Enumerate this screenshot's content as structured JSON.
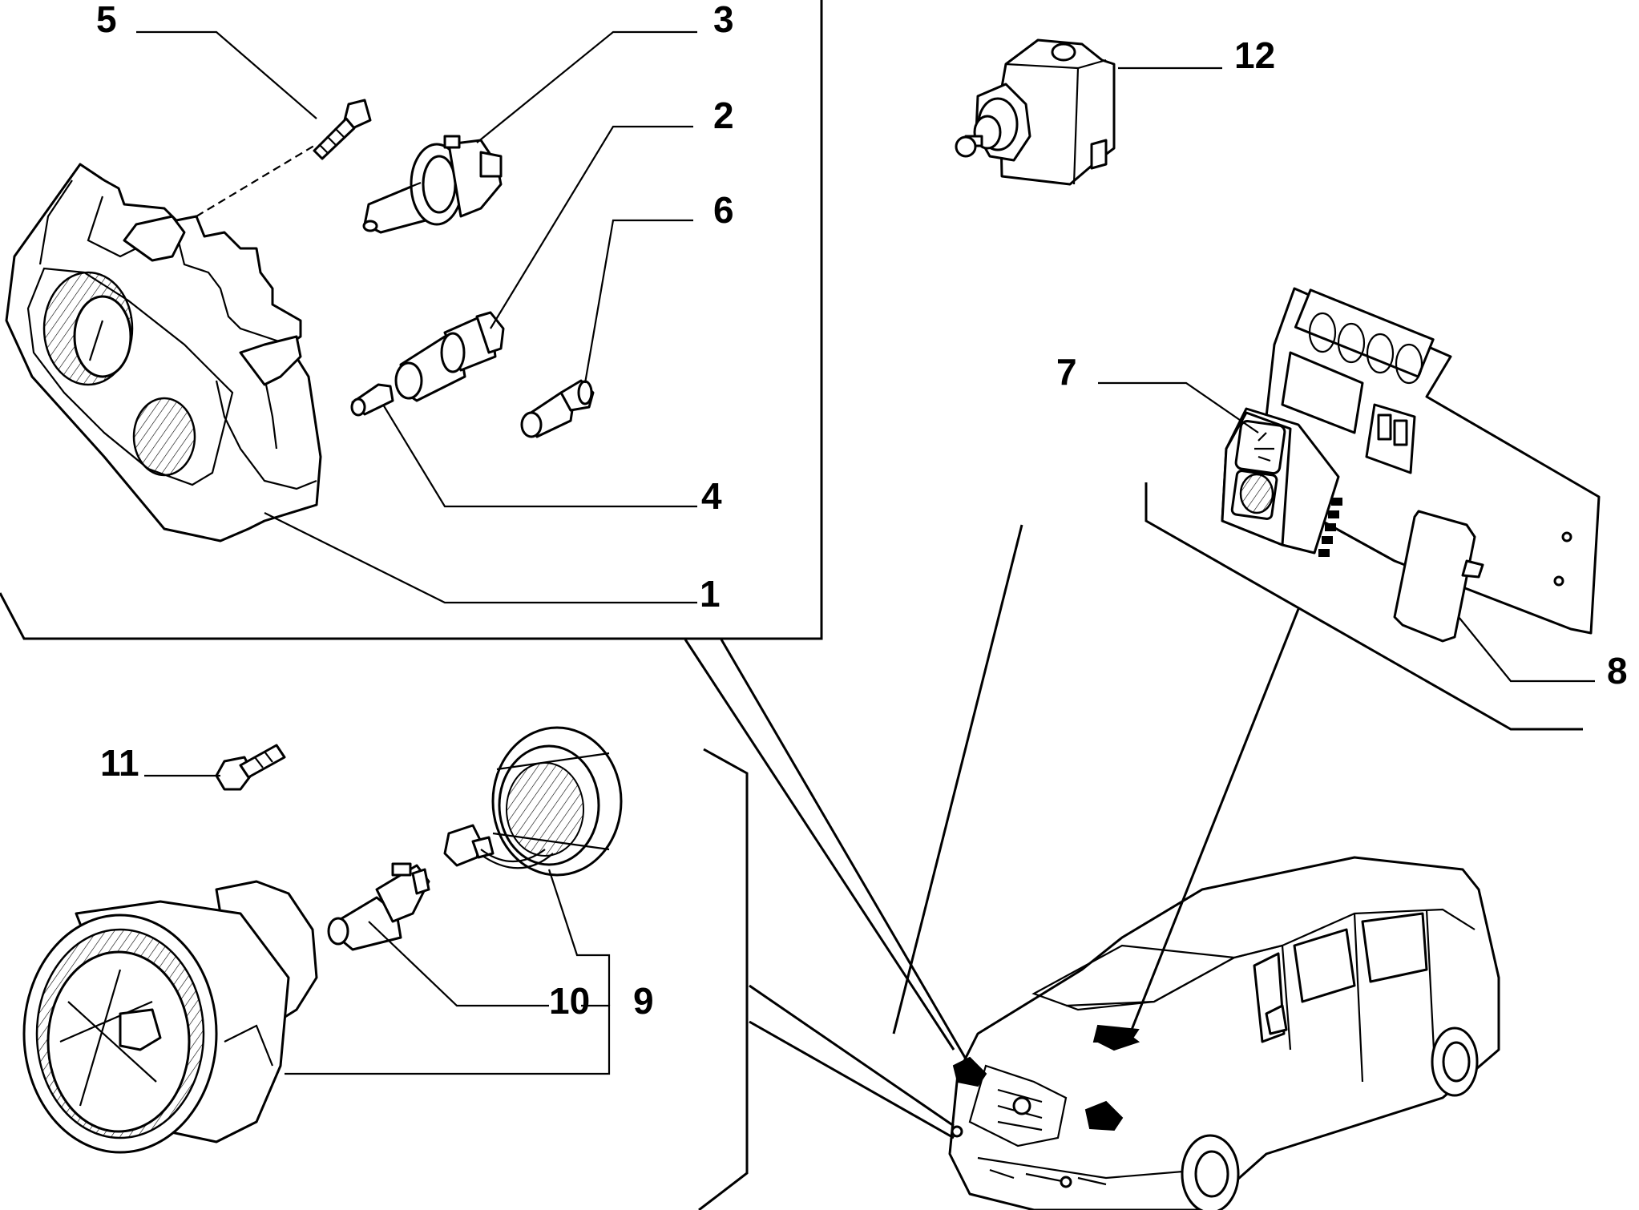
{
  "callouts": [
    {
      "id": "1",
      "text": "1"
    },
    {
      "id": "2",
      "text": "2"
    },
    {
      "id": "3",
      "text": "3"
    },
    {
      "id": "4",
      "text": "4"
    },
    {
      "id": "5",
      "text": "5"
    },
    {
      "id": "6",
      "text": "6"
    },
    {
      "id": "7",
      "text": "7"
    },
    {
      "id": "8",
      "text": "8"
    },
    {
      "id": "9",
      "text": "9"
    },
    {
      "id": "10",
      "text": "10"
    },
    {
      "id": "11",
      "text": "11"
    },
    {
      "id": "12",
      "text": "12"
    }
  ],
  "icons": {
    "headlamp_unit": "headlamp-icon",
    "bulb_h4": "h4-bulb-icon",
    "bulb_holder": "bulb-holder-icon",
    "wedge_bulb": "wedge-bulb-icon",
    "screw": "screw-icon",
    "sidelight_bulb": "sidelight-bulb-icon",
    "dimmer_switch": "headlamp-adjust-switch-icon",
    "blanking_cover": "blanking-cover-icon",
    "fog_lamp": "fog-lamp-icon",
    "bulb_h1": "h1-bulb-icon",
    "bolt": "bolt-icon",
    "adjuster_motor": "headlamp-adjuster-motor-icon",
    "van": "van-icon",
    "dashboard_panel": "dashboard-panel-icon"
  }
}
